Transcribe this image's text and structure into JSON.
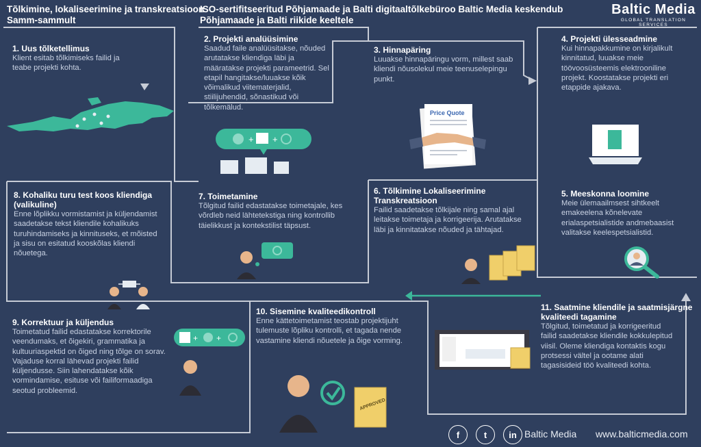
{
  "header": {
    "left_title_line1": "Tõlkimine, lokaliseerimine ja transkreatsioon",
    "left_title_line2": "Samm-sammult",
    "center_title_line1": "ISO-sertifitseeritud Põhjamaade ja Balti digitaaltõlkebüroo Baltic Media keskendub",
    "center_title_line2": "Põhjamaade ja Balti riikide keeltele",
    "logo_main": "Baltic Media",
    "logo_sub": "GLOBAL TRANSLATION SERVICES"
  },
  "steps": [
    {
      "title": "1.   Uus tõlketellimus",
      "lines": [
        "Klient esitab tõlkimiseks failid ja",
        "teabe projekti kohta."
      ]
    },
    {
      "title": "2.   Projekti analüüsimine",
      "lines": [
        "Saadud faile analüüsitakse, nõuded",
        "arutatakse kliendiga läbi ja",
        "määratakse projekti parameetrid. Sel",
        "etapil hangitakse/luuakse kõik",
        "võimalikud viitematerjalid,",
        "stiilijuhendid, sõnastikud või",
        "tõlkemälud."
      ]
    },
    {
      "title": "3.   Hinnapäring",
      "lines": [
        "Luuakse hinnapäringu vorm, millest saab",
        "kliendi nõusolekul meie teenuselepingu",
        "punkt."
      ]
    },
    {
      "title": "4.   Projekti ülesseadmine",
      "lines": [
        "Kui hinnapakkumine on kirjalikult",
        "kinnitatud, luuakse meie",
        "töövoosüsteemis elektrooniline",
        "projekt. Koostatakse projekti eri",
        "etappide ajakava."
      ]
    },
    {
      "title": "5.   Meeskonna loomine",
      "lines": [
        "Meie ülemaailmsest sihtkeelt",
        "emakeelena kõnelevate",
        "erialaspetsialistide andmebaasist",
        "valitakse keelespetsialistid."
      ]
    },
    {
      "title_lines": [
        "6.   Tõlkimine Lokaliseerimine",
        "Transkreatsioon"
      ],
      "lines": [
        "Failid saadetakse tõlkijale ning samal ajal",
        "leitakse toimetaja ja korrigeerija. Arutatakse",
        "läbi ja kinnitatakse nõuded ja tähtajad."
      ]
    },
    {
      "title": "7.   Toimetamine",
      "lines": [
        "Tõlgitud failid edastatakse toimetajale, kes",
        "võrdleb neid lähtetekstiga ning kontrollib",
        "täielikkust ja kontekstilist täpsust."
      ]
    },
    {
      "title_lines": [
        "8.   Kohaliku turu test koos kliendiga",
        "(valikuline)"
      ],
      "lines": [
        "Enne lõplikku vormistamist ja küljendamist",
        "saadetakse tekst kliendile kohalikuks",
        "turuhindamiseks ja kinnituseks, et mõisted",
        "ja sisu on esitatud kooskõlas kliendi",
        "nõuetega."
      ]
    },
    {
      "title": "9.   Korrektuur ja küljendus",
      "lines": [
        "Toimetatud failid edastatakse korrektorile",
        "veendumaks, et õigekiri, grammatika ja",
        "kultuuriaspektid on õiged ning tõlge on sorav.",
        "Vajaduse korral lähevad projekti failid",
        "küljendusse. Siin lahendatakse kõik",
        "vormindamise, esituse või failiformaadiga",
        "seotud probleemid."
      ]
    },
    {
      "title": "10.  Sisemine kvaliteedikontroll",
      "lines": [
        "Enne kättetoimetamist teostab projektijuht",
        "tulemuste lõpliku kontrolli, et tagada nende",
        "vastamine kliendi nõuetele ja õige vorming."
      ]
    },
    {
      "title_lines": [
        "11.   Saatmine kliendile ja saatmisjärgne",
        "kvaliteedi tagamine"
      ],
      "lines": [
        "Tõlgitud, toimetatud ja korrigeeritud",
        "failid saadetakse kliendile kokkulepitud",
        "viisil. Oleme kliendiga kontaktis kogu",
        "protsessi vältel ja ootame alati",
        "tagasisideid töö kvaliteedi kohta."
      ]
    }
  ],
  "illustrations": {
    "price_quote_label": "Price Quote",
    "approved_label": "APPROVED"
  },
  "footer": {
    "brand": "Baltic Media",
    "url": "www.balticmedia.com",
    "social": [
      "f",
      "t",
      "in"
    ]
  },
  "colors": {
    "background": "#2f3f5e",
    "accent": "#3cb89a",
    "folder": "#f0cf6a",
    "path_line": "#c7ccd6"
  }
}
